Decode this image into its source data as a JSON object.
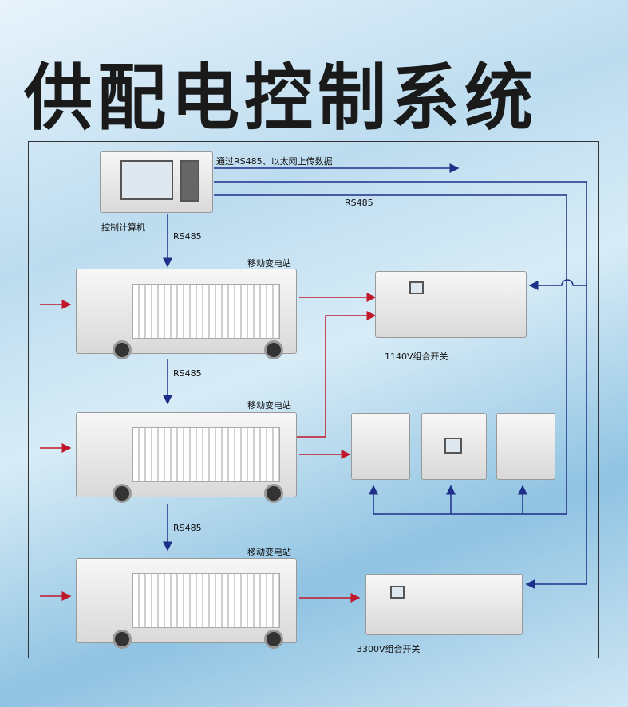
{
  "title": "供配电控制系统",
  "labels": {
    "upload": "通过RS485、以太网上传数据",
    "rs485_right": "RS485",
    "computer": "控制计算机",
    "rs485_1": "RS485",
    "station1": "移动变电站",
    "rs485_2": "RS485",
    "station2": "移动变电站",
    "rs485_3": "RS485",
    "station3": "移动变电站",
    "switch_1140": "1140V组合开关",
    "switch_3300": "3300V组合开关"
  },
  "colors": {
    "data_line": "#1e2f8a",
    "power_line": "#c0182a"
  }
}
